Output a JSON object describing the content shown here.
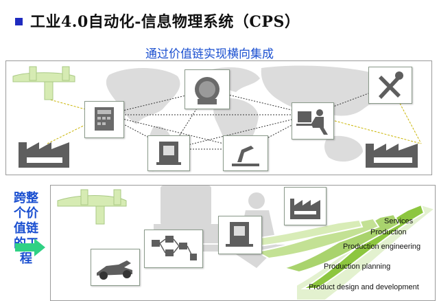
{
  "heading": {
    "title": "工业4.0自动化-信息物理系统（CPS）",
    "subtitle": "通过价值链实现横向集成"
  },
  "side_label": {
    "lines": [
      "跨整",
      "个价",
      "值链",
      "的工",
      "程"
    ]
  },
  "value_chain": {
    "stages": [
      "Services",
      "Production",
      "Production engineering",
      "Production planning",
      "Product design and development"
    ]
  },
  "colors": {
    "accent_blue": "#1a4fd0",
    "bullet_blue": "#1f2bbf",
    "arrow_green": "#2fd184",
    "chain_green": "#8dc63f",
    "icon_grey": "#5e5e5e"
  },
  "icons": [
    "factory-icon",
    "plc-icon",
    "tools-icon",
    "computer-user-icon",
    "robot-arm-icon",
    "machine-icon",
    "turbine-icon",
    "race-car-icon",
    "world-map"
  ]
}
